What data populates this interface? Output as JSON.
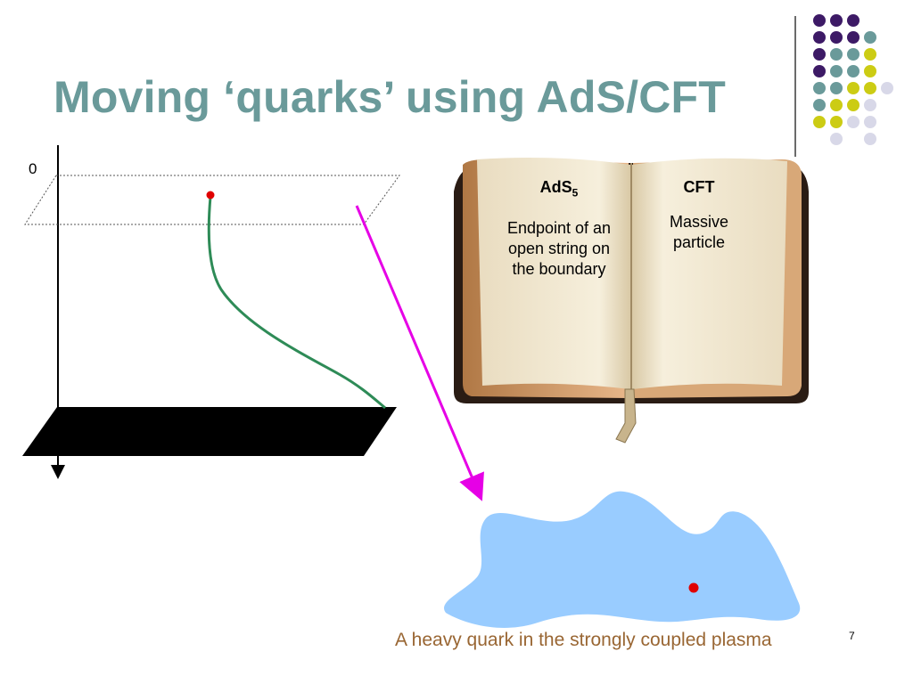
{
  "slide": {
    "title": "Moving ‘quarks’ using AdS/CFT",
    "title_color": "#6a9a9a",
    "slide_number": "7"
  },
  "diagram": {
    "axis_origin_label": "0",
    "string_color": "#2e8b57",
    "endpoint_color": "#e00000",
    "arrow_color": "#e600e6"
  },
  "book": {
    "left_heading": "AdS",
    "left_heading_sub": "5",
    "left_text": "Endpoint of an open string on the boundary",
    "right_heading": "CFT",
    "right_text": "Massive particle"
  },
  "plasma": {
    "fill_color": "#99ccff",
    "quark_color": "#e00000",
    "caption": "A heavy quark in the strongly coupled plasma",
    "caption_color": "#996633"
  },
  "decor": {
    "dot_colors": {
      "purple": "#3d1a66",
      "teal": "#6a9a9a",
      "yellow": "#cccc14",
      "lavender": "#d8d8e8"
    }
  }
}
